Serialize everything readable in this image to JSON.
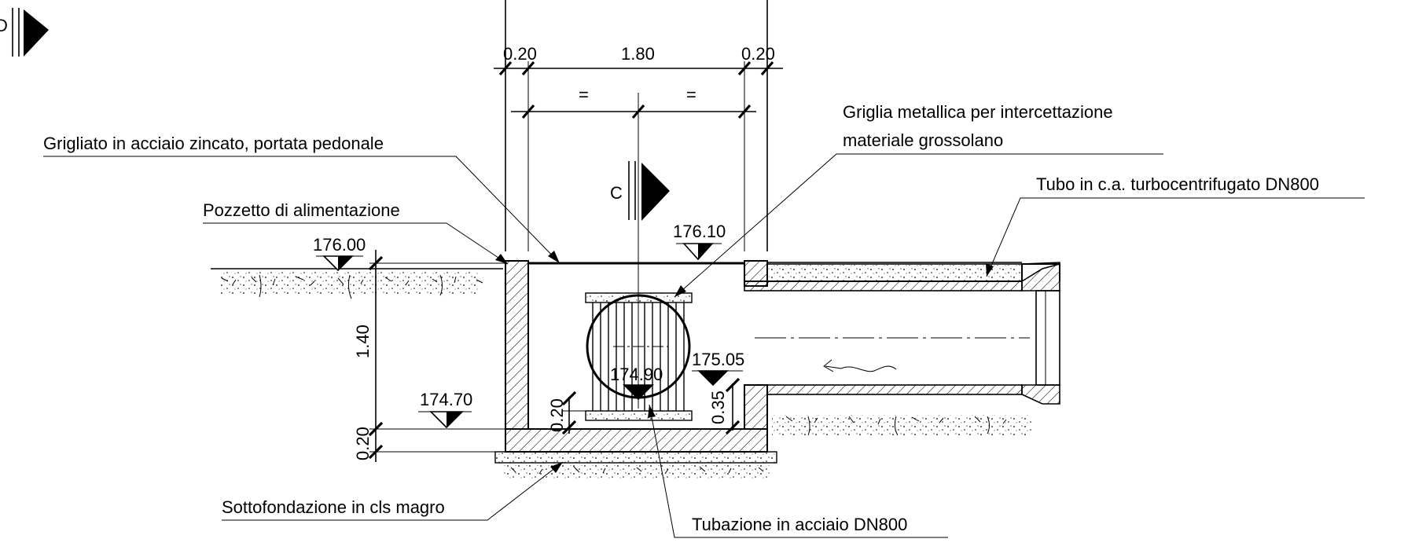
{
  "labels": {
    "grigliato": "Grigliato in acciaio zincato, portata pedonale",
    "pozzetto": "Pozzetto di alimentazione",
    "griglia_line1": "Griglia metallica per intercettazione",
    "griglia_line2": "materiale grossolano",
    "tubo_ca": "Tubo in c.a. turbocentrifugato DN800",
    "sottofondazione": "Sottofondazione in cls magro",
    "tubazione": "Tubazione in acciaio DN800"
  },
  "section_markers": {
    "left_partial": "D",
    "center": "C"
  },
  "dimensions": {
    "top_left_wall": "0.20",
    "top_inner": "1.80",
    "top_right_wall": "0.20",
    "equal_left": "=",
    "equal_right": "=",
    "depth": "1.40",
    "slab": "0.20",
    "grid_base": "0.20",
    "pipe_offset": "0.35"
  },
  "elevations": {
    "ground_left": "176.00",
    "top_right": "176.10",
    "invert_pipe_ca": "175.05",
    "invert_steel": "174.90",
    "floor": "174.70"
  }
}
